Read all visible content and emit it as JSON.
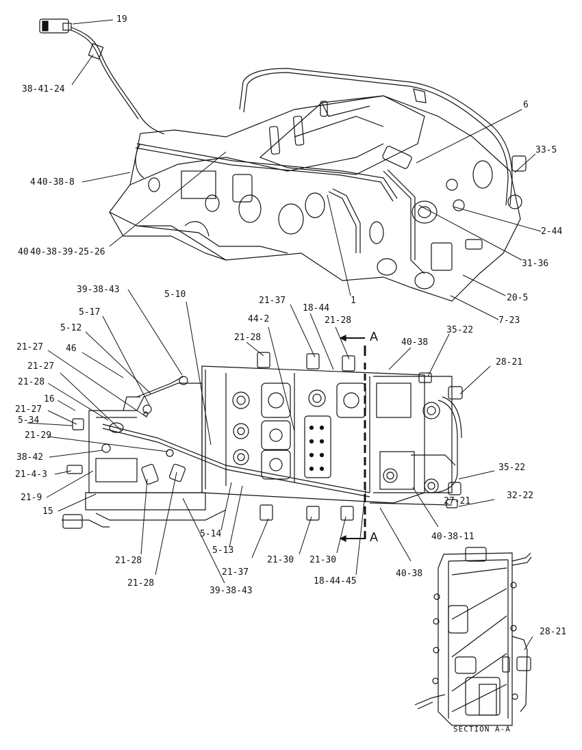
{
  "labels": {
    "l19": "19",
    "l38_41_24": "38-41-24",
    "l6": "6",
    "l33_5": "33-5",
    "l40_38_8": "40-38-8",
    "l2_44": "2-44",
    "l40_38_39_25_26": "40-38-39-25-26",
    "l31_36": "31-36",
    "l1": "1",
    "l20_5": "20-5",
    "l7_23": "7-23",
    "l39_38_43_top": "39-38-43",
    "l5_10": "5-10",
    "l21_37_top": "21-37",
    "l18_44": "18-44",
    "l21_28_topright": "21-28",
    "l44_2": "44-2",
    "l21_28_top": "21-28",
    "l5_17": "5-17",
    "l5_12": "5-12",
    "l46": "46",
    "l40_38_top": "40-38",
    "l35_22_top": "35-22",
    "l28_21_top": "28-21",
    "l21_27_a": "21-27",
    "l21_27_b": "21-27",
    "l21_28_left": "21-28",
    "l16": "16",
    "l21_27_c": "21-27",
    "l5_34": "5-34",
    "l21_29": "21-29",
    "l38_42": "38-42",
    "l21_4_3": "21-4-3",
    "l21_9": "21-9",
    "l15": "15",
    "l35_22_mid": "35-22",
    "l32_22": "32-22",
    "l27_21": "27-21",
    "l40_38_11": "40-38-11",
    "l5_14": "5-14",
    "l5_13": "5-13",
    "l21_28_bot1": "21-28",
    "l21_28_bot2": "21-28",
    "l39_38_43_bot": "39-38-43",
    "l21_37_bot": "21-37",
    "l21_30_a": "21-30",
    "l21_30_b": "21-30",
    "l18_44_45": "18-44-45",
    "l40_38_bot": "40-38",
    "l28_21_right": "28-21",
    "sectionA_top": "A",
    "sectionA_bot": "A",
    "section_caption": "SECTION A-A",
    "frag_4": "4",
    "frag_40": "40"
  },
  "colors": {
    "ink": "#111111",
    "paper": "#ffffff"
  }
}
